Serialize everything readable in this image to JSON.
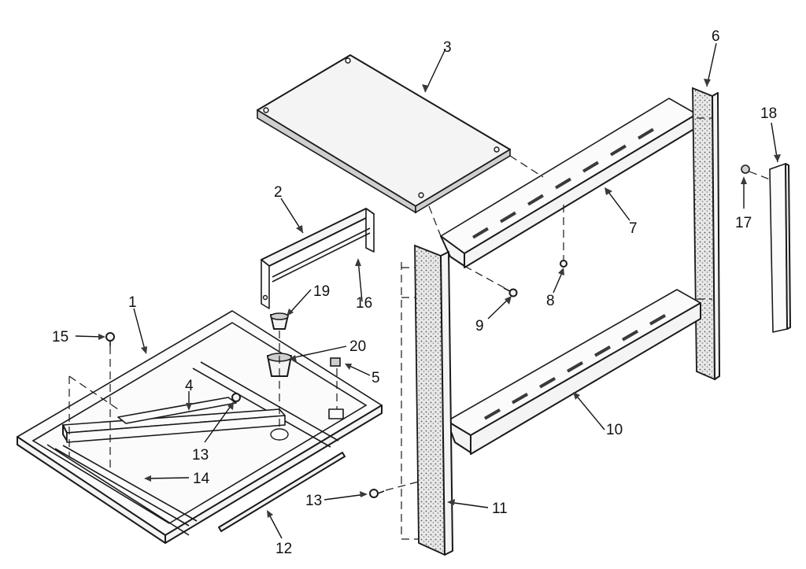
{
  "callouts": {
    "c1": "1",
    "c2": "2",
    "c3": "3",
    "c4": "4",
    "c5": "5",
    "c6": "6",
    "c7": "7",
    "c8": "8",
    "c9": "9",
    "c10": "10",
    "c11": "11",
    "c12": "12",
    "c13a": "13",
    "c13b": "13",
    "c14": "14",
    "c15": "15",
    "c16": "16",
    "c17": "17",
    "c18": "18",
    "c19": "19",
    "c20": "20"
  }
}
